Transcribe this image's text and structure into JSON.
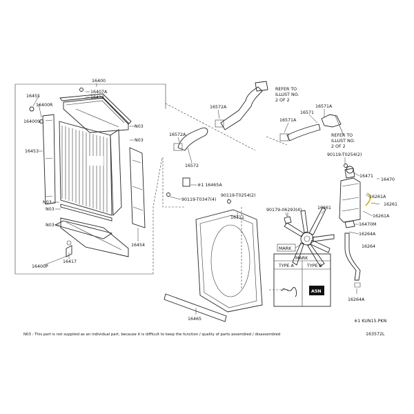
{
  "labels": {
    "p16400": "16400",
    "p16407A": "16407A",
    "p16418": "16418",
    "p16455": "16455",
    "p16400R": "16400R",
    "p16400S": "16400S",
    "p16453": "16453",
    "n03_a": "N03",
    "n03_b": "N03",
    "n03_c": "N03",
    "n03_d": "N03",
    "n03_e": "N03",
    "p16400P": "16400P",
    "p16417": "16417",
    "p16454": "16454",
    "p16465A": "※1 16465A",
    "p90119_T0347": "90119-T0347(4)",
    "p90119_T0254_a": "90119-T0254(2)",
    "p16572A_top": "16572A",
    "p16572A_mid": "16572A",
    "p16572": "16572",
    "refer_a_1": "REFER TO",
    "refer_a_2": "ILLUST NO.",
    "refer_a_3": "2 OF 2",
    "p16571A_top": "16571A",
    "p16571": "16571",
    "p16571A_mid": "16571A",
    "refer_b_1": "REFER TO",
    "refer_b_2": "ILLUST NO.",
    "refer_b_3": "2 OF 2",
    "p90119_T0254_b": "90119-T0254(2)",
    "p16471": "16471",
    "p16470": "16470",
    "p16261A_a": "16261A",
    "p16261": "16261",
    "p16261A_b": "16261A",
    "p16470M": "16470M",
    "p16264A_a": "16264A",
    "p16264": "16264",
    "p16264A_b": "16264A",
    "p16711": "16711",
    "p90179_06293": "90179-06293(4)",
    "p16361": "16361",
    "mark_tag": "MARK",
    "p16465": "16465",
    "kun15": "※1 KUN15.PKN",
    "mark_table_title": "MARK",
    "type_a": "TYPE A",
    "type_b": "TYPE B",
    "mark_b_symbol": "A5N",
    "footnote": "N03 : This part is not supplied as an individual part, because it is difficult to keep the function / quality of parts assembled / disassembled",
    "diagram_id": "163572L"
  }
}
